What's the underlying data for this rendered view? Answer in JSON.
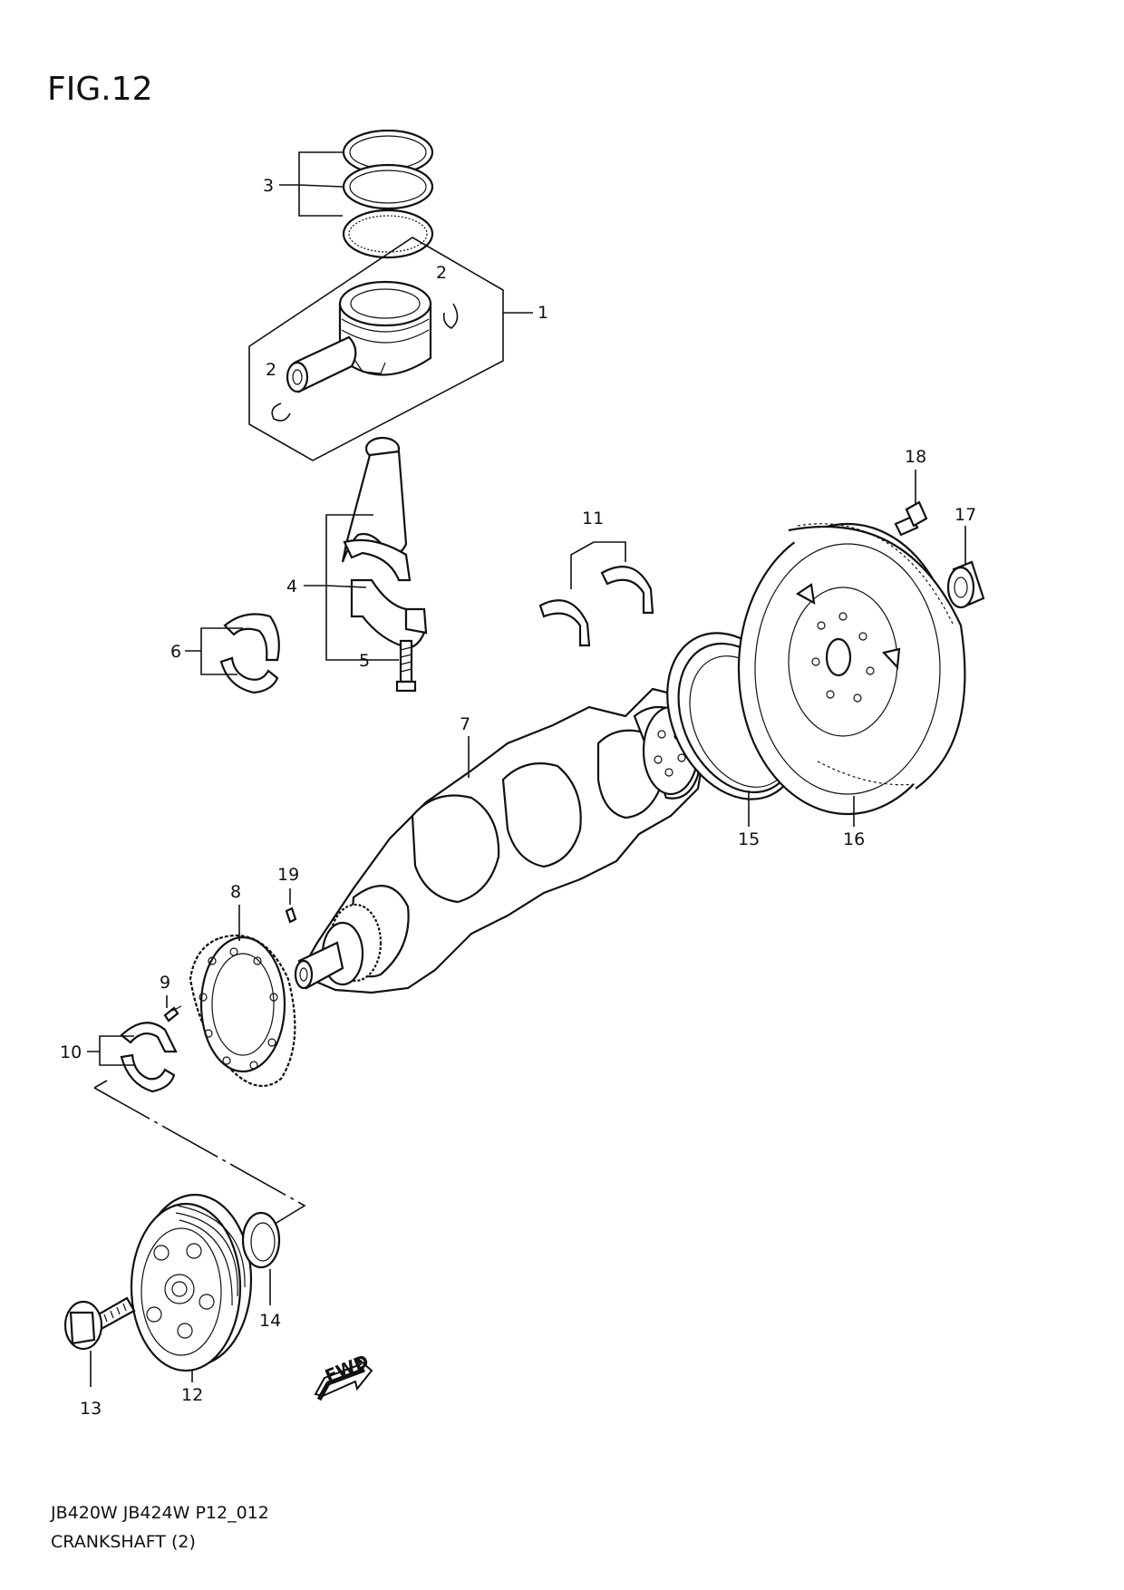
{
  "figure": {
    "title": "FIG.12",
    "model_code": "JB420W JB424W P12_012",
    "section_name": "CRANKSHAFT (2)"
  },
  "callouts": {
    "c1": "1",
    "c2a": "2",
    "c2b": "2",
    "c3": "3",
    "c4": "4",
    "c5": "5",
    "c6": "6",
    "c7": "7",
    "c8": "8",
    "c9": "9",
    "c10": "10",
    "c11": "11",
    "c12": "12",
    "c13": "13",
    "c14": "14",
    "c15": "15",
    "c16": "16",
    "c17": "17",
    "c18": "18",
    "c19": "19"
  },
  "fwd_arrow": {
    "label": "FWD"
  },
  "colors": {
    "line": "#111111",
    "background": "#ffffff"
  }
}
